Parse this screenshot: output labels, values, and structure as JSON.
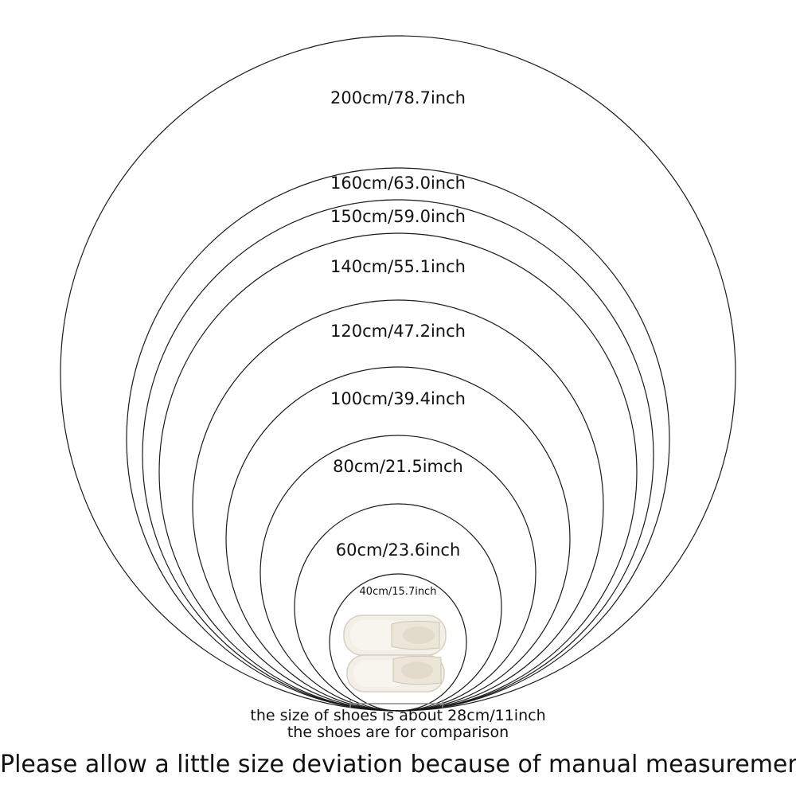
{
  "circles": [
    {
      "label": "200cm/78.7inch"
    },
    {
      "label": "160cm/63.0inch"
    },
    {
      "label": "150cm/59.0inch"
    },
    {
      "label": "140cm/55.1inch"
    },
    {
      "label": "120cm/47.2inch"
    },
    {
      "label": "100cm/39.4inch"
    },
    {
      "label": "80cm/21.5imch"
    },
    {
      "label": "60cm/23.6inch"
    },
    {
      "label": "40cm/15.7inch"
    }
  ],
  "shoe_note": "the size of shoes is about 28cm/11inch",
  "comparison_note": "the shoes are for comparison",
  "footer": "Please allow a little size deviation because of manual measurement",
  "colors": {
    "stroke": "#1a1a1a",
    "text": "#111111",
    "shoe": "#f1ede4"
  }
}
